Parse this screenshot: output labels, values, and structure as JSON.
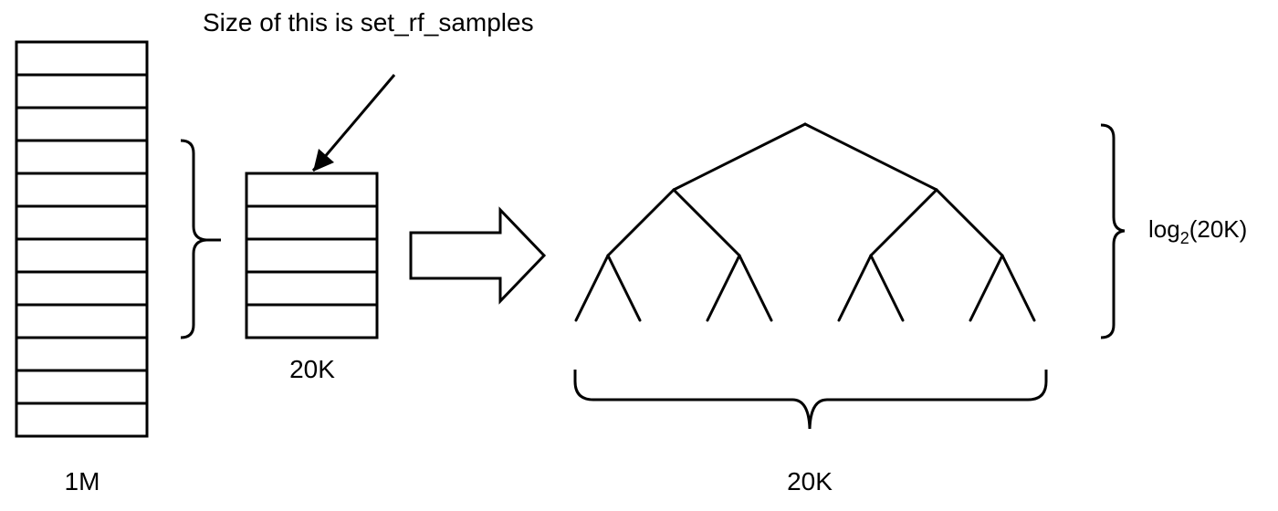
{
  "annotation": {
    "size_label": "Size of this is set_rf_samples"
  },
  "full_dataset": {
    "label": "1M",
    "row_count": 12
  },
  "sample": {
    "label": "20K",
    "row_count": 5
  },
  "tree": {
    "width_label": "20K",
    "depth_label_main": "log",
    "depth_label_subscript": "2",
    "depth_label_tail": "(20K)"
  },
  "colors": {
    "stroke": "#000000",
    "background": "#ffffff"
  }
}
